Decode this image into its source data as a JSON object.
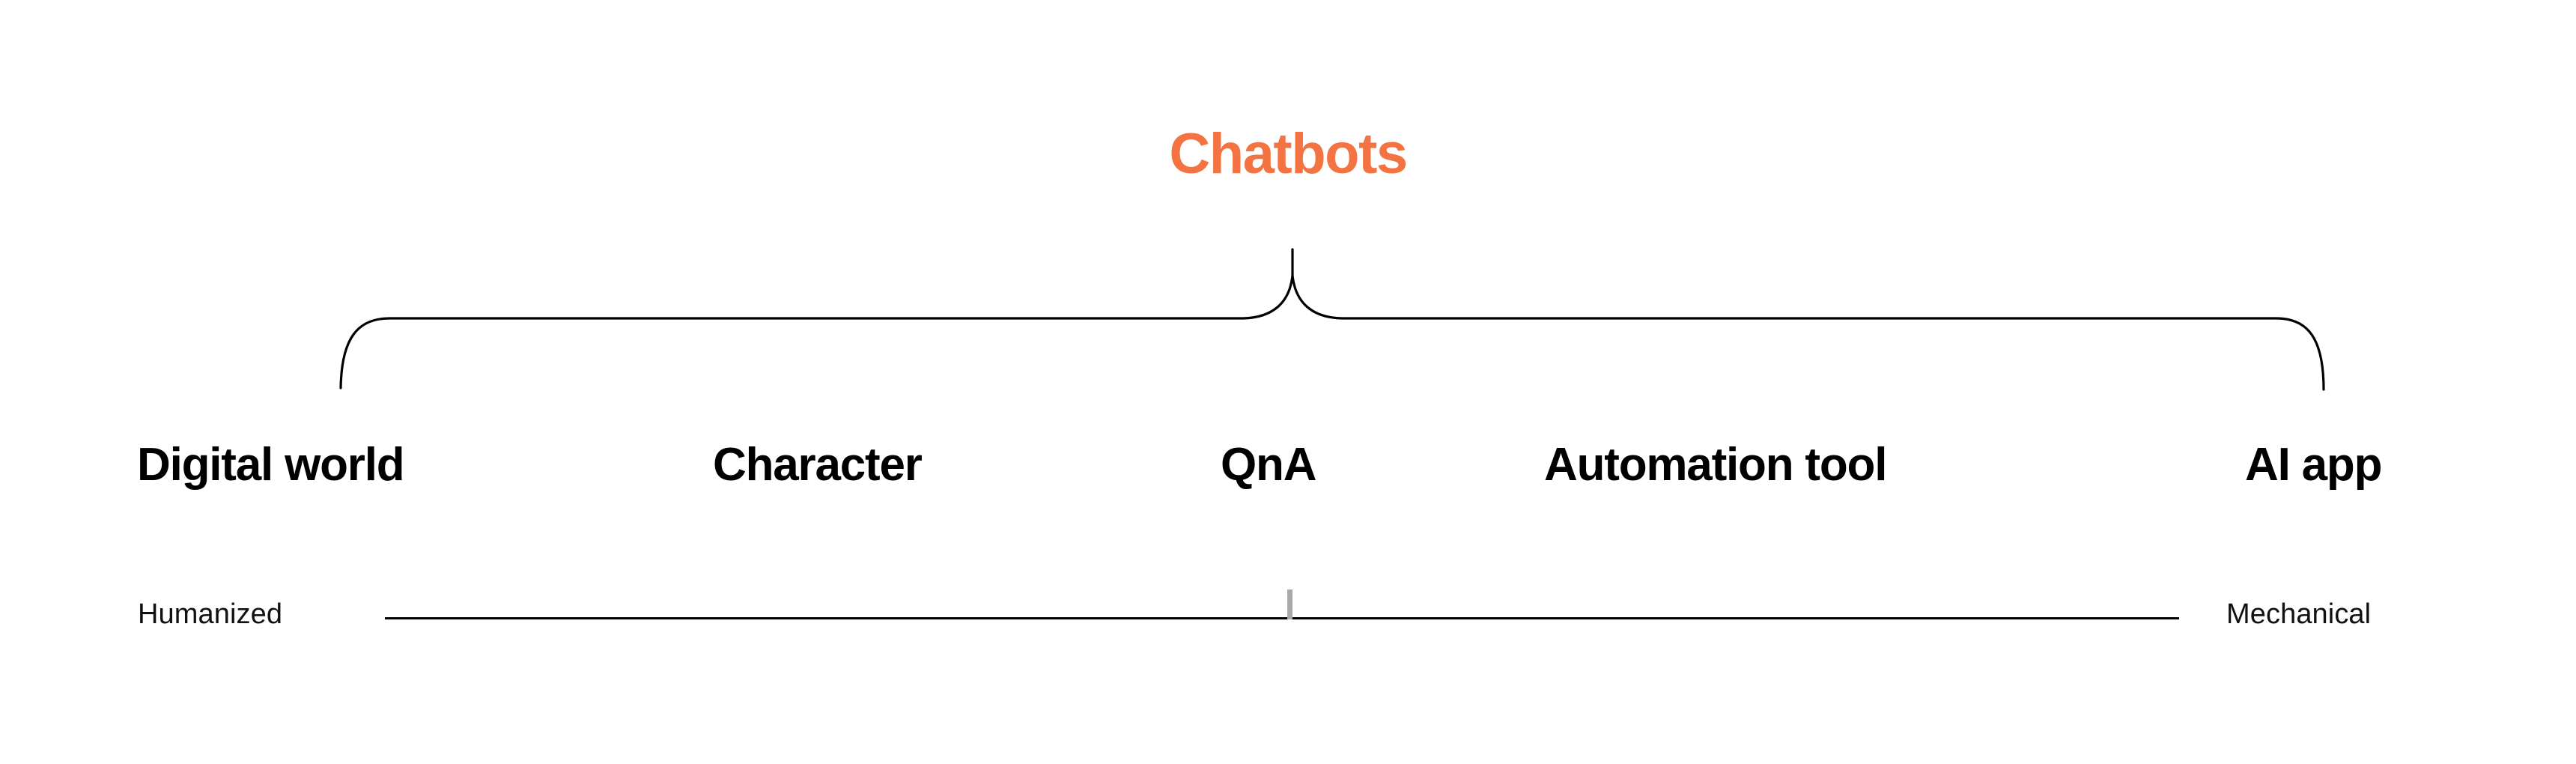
{
  "diagram": {
    "title": "Chatbots",
    "title_color": "#f47342",
    "categories": [
      {
        "label": "Digital world"
      },
      {
        "label": "Character"
      },
      {
        "label": "QnA"
      },
      {
        "label": "Automation tool"
      },
      {
        "label": "AI app"
      }
    ],
    "scale": {
      "left_label": "Humanized",
      "right_label": "Mechanical",
      "tick_color": "#a9a9a9",
      "axis_color": "#000000"
    },
    "brace": {
      "color": "#000000",
      "stroke_width": 3
    }
  },
  "chart_data": {
    "type": "diagram",
    "title": "Chatbots",
    "categories": [
      "Digital world",
      "Character",
      "QnA",
      "Automation tool",
      "AI app"
    ],
    "axis": {
      "left_extreme": "Humanized",
      "right_extreme": "Mechanical",
      "marker_position_fraction": 0.5
    },
    "grid": false,
    "legend": "none"
  }
}
